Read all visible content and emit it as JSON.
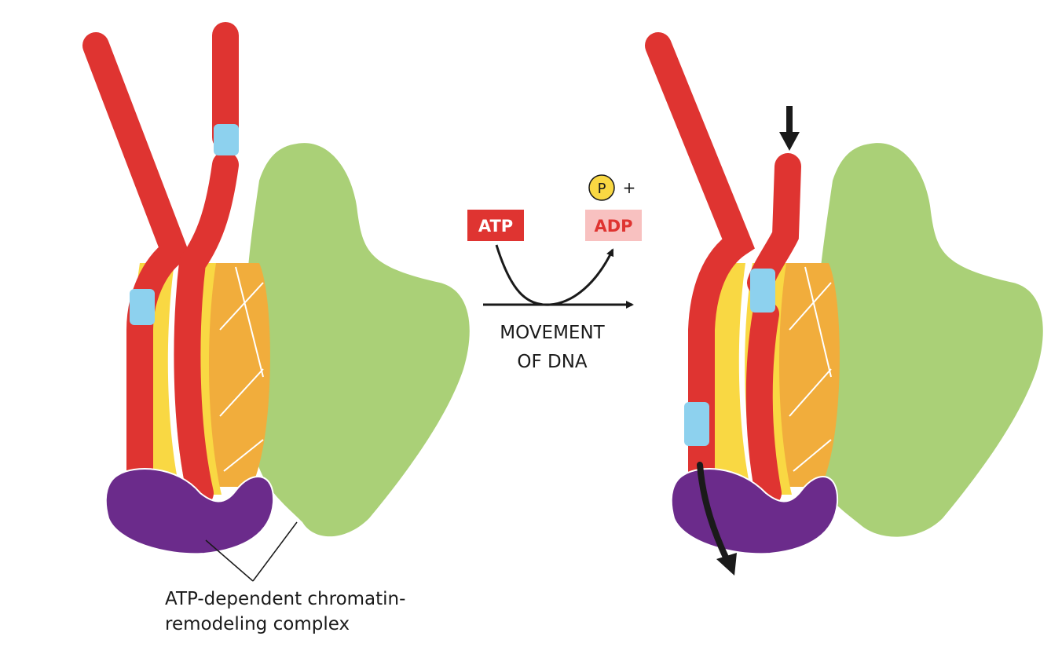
{
  "colors": {
    "dna": "#df3431",
    "dna_marker": "#8dd1ee",
    "histone_yellow": "#f9d843",
    "histone_orange": "#f1ad3c",
    "remodeling_complex_green": "#aad077",
    "remodeling_complex_purple": "#6b2b8b",
    "atp_box": "#df3431",
    "adp_box": "#f8c1c0",
    "adp_text": "#df3431",
    "phosphate": "#f9d843",
    "arrow": "#1a1a1a"
  },
  "reaction": {
    "atp_label": "ATP",
    "adp_label": "ADP",
    "phosphate_label": "P",
    "plus_sign": "+",
    "movement_label_line1": "MOVEMENT",
    "movement_label_line2": "OF DNA"
  },
  "callout": {
    "label_line1": "ATP-dependent chromatin-",
    "label_line2": "remodeling complex"
  },
  "icons": {
    "before_state": "nucleosome-with-remodeling-complex",
    "after_state": "nucleosome-with-remodeling-complex-dna-shifted",
    "dna_entry_arrow": "down-arrow-icon",
    "dna_exit_arrow": "curved-down-arrow-icon"
  }
}
